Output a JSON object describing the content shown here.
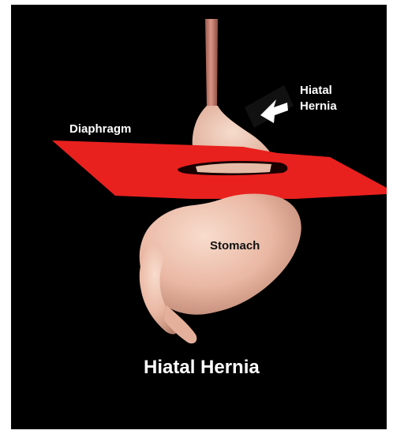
{
  "labels": {
    "diaphragm": "Diaphragm",
    "hiatal_hernia_line1": "Hiatal",
    "hiatal_hernia_line2": "Hernia",
    "stomach": "Stomach"
  },
  "title": "Hiatal Hernia",
  "colors": {
    "background": "#000000",
    "diaphragm": "#e8211f",
    "stomach": "#eab8a4",
    "esophagus": "#c77c6d",
    "text_light": "#ffffff",
    "text_dark": "#111111"
  },
  "icons": {
    "pointer": "arrow-icon"
  }
}
